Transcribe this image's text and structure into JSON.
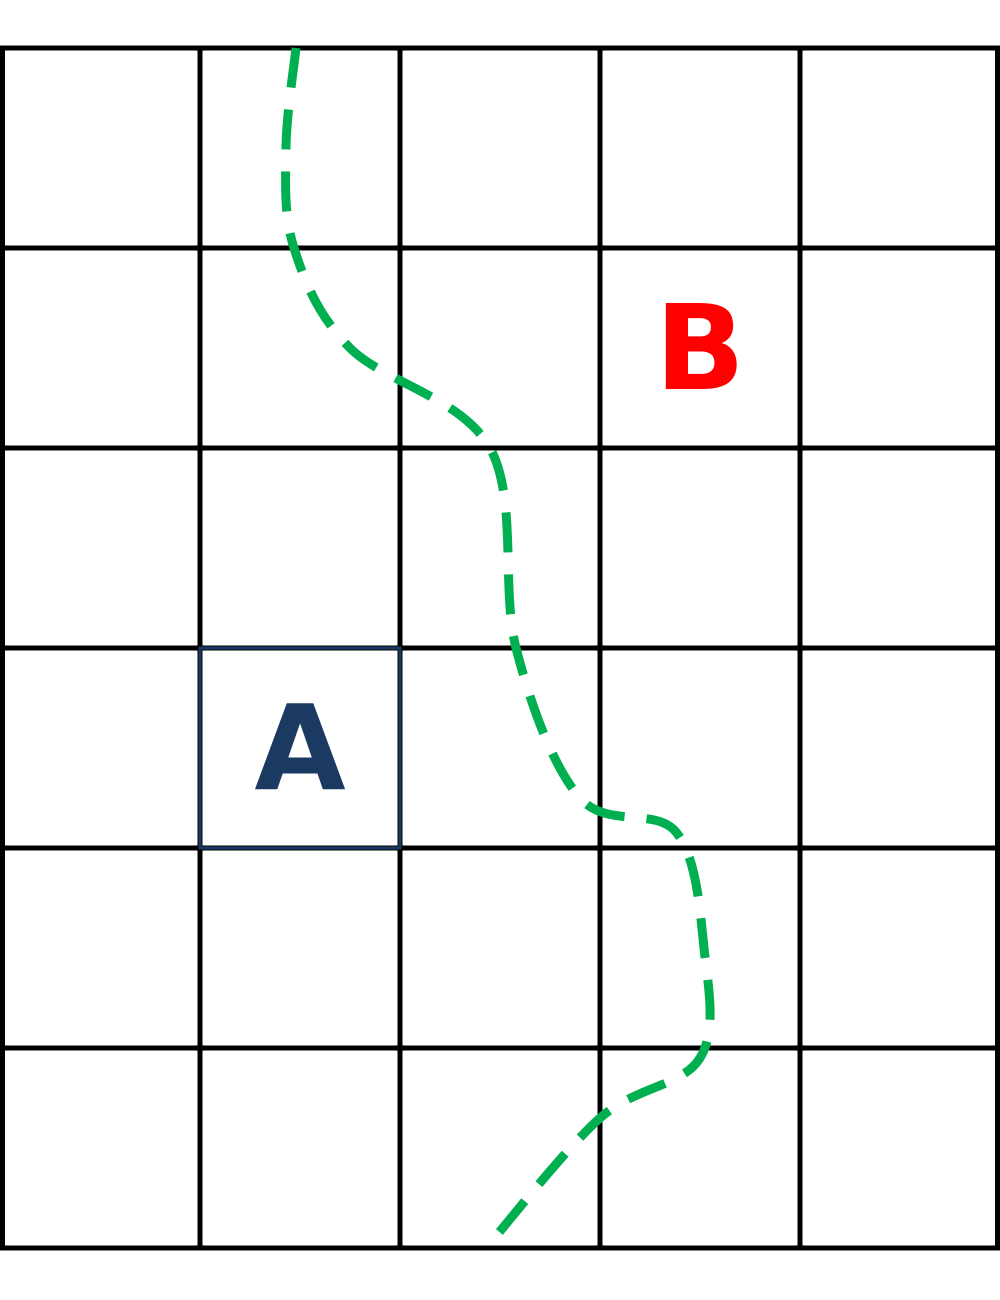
{
  "grid": {
    "columns": 5,
    "rows": 6,
    "line_color": "#000000"
  },
  "markers": [
    {
      "id": "A",
      "label": "A",
      "column": 2,
      "row": 4,
      "color": "#1b3a61",
      "highlighted": true
    },
    {
      "id": "B",
      "label": "B",
      "column": 4,
      "row": 2,
      "color": "#ff0000",
      "highlighted": false
    }
  ],
  "path": {
    "style": "dashed",
    "color": "#00b050",
    "points": [
      [
        1.48,
        0.0
      ],
      [
        1.43,
        0.5
      ],
      [
        1.47,
        1.0
      ],
      [
        1.75,
        1.5
      ],
      [
        2.45,
        2.0
      ],
      [
        2.58,
        3.0
      ],
      [
        2.9,
        3.75
      ],
      [
        3.38,
        3.92
      ],
      [
        3.52,
        4.5
      ],
      [
        3.5,
        5.05
      ],
      [
        3.0,
        5.35
      ],
      [
        2.43,
        6.0
      ]
    ]
  }
}
